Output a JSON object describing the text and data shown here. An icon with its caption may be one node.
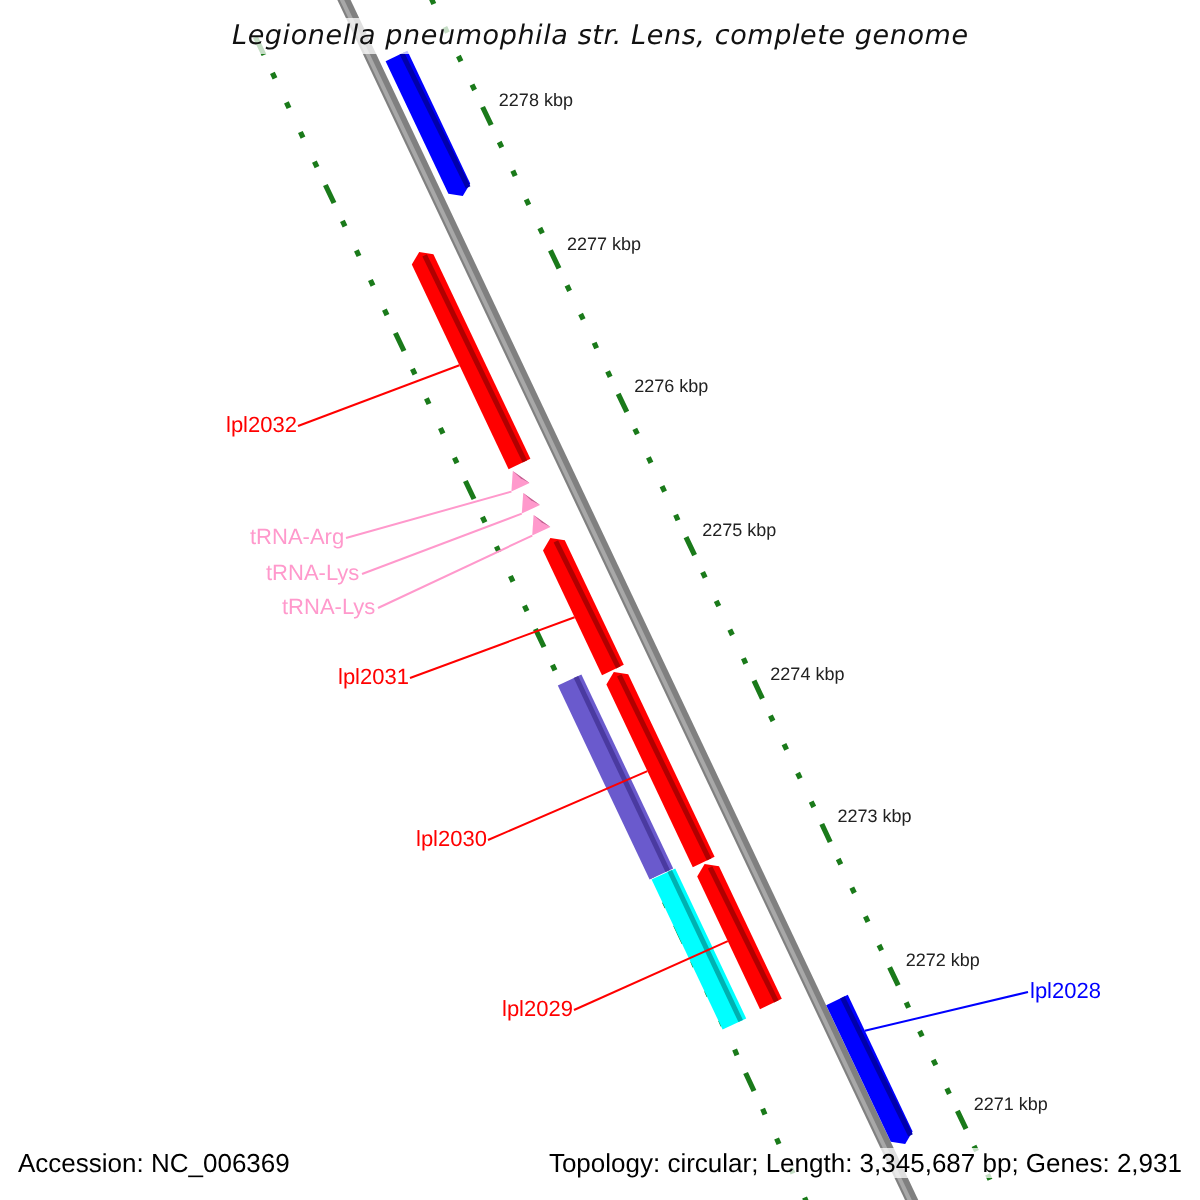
{
  "diagram": {
    "title": "Legionella pneumophila str. Lens, complete genome",
    "nodes": [
      {
        "text": [],
        "shape": "bar"
      },
      {
        "text": [
          "lpl2032"
        ]
      },
      {
        "text": [],
        "shape": "bar"
      },
      {
        "text": [
          "tRNA-Arg"
        ]
      },
      {
        "text": [
          "tRNA-Lys"
        ]
      },
      {
        "text": [
          "tRNA-Lys"
        ]
      },
      {
        "text": [],
        "shape": "bar"
      },
      {
        "text": [],
        "shape": "bar"
      },
      {
        "text": [],
        "shape": "bar"
      },
      {
        "text": [
          "lpl2031"
        ]
      },
      {
        "text": [],
        "shape": "bar"
      },
      {
        "text": [],
        "shape": "bar"
      },
      {
        "text": [
          "lpl2030"
        ]
      },
      {
        "text": [],
        "shape": "bar"
      },
      {
        "text": [],
        "shape": "bar"
      },
      {
        "text": [
          "lpl2029"
        ]
      },
      {
        "text": [],
        "shape": "bar"
      },
      {
        "text": [
          "lpl2028"
        ]
      },
      {
        "text": [],
        "shape": "bar"
      }
    ],
    "edges": [
      {
        "from": 1,
        "to": 2,
        "arrow": "none"
      },
      {
        "from": 3,
        "to": 6,
        "arrow": "none",
        "color": "#ff99cc"
      },
      {
        "from": 4,
        "to": 7,
        "arrow": "none",
        "color": "#ff99cc"
      },
      {
        "from": 5,
        "to": 8,
        "arrow": "none",
        "color": "#ff99cc"
      },
      {
        "from": 9,
        "to": 10,
        "arrow": "none"
      },
      {
        "from": 12,
        "to": 13,
        "arrow": "none"
      },
      {
        "from": 15,
        "to": 16,
        "arrow": "none"
      },
      {
        "from": 17,
        "to": 18,
        "arrow": "none",
        "color": "#0000ff"
      }
    ],
    "labels": [
      "2278 kbp",
      "2277 kbp",
      "2276 kbp",
      "2275 kbp",
      "2274 kbp",
      "2273 kbp",
      "2272 kbp",
      "2271 kbp",
      "Accession: NC_006369",
      "Topology: circular; Length: 3,345,687 bp; Genes: 2,931"
    ]
  }
}
